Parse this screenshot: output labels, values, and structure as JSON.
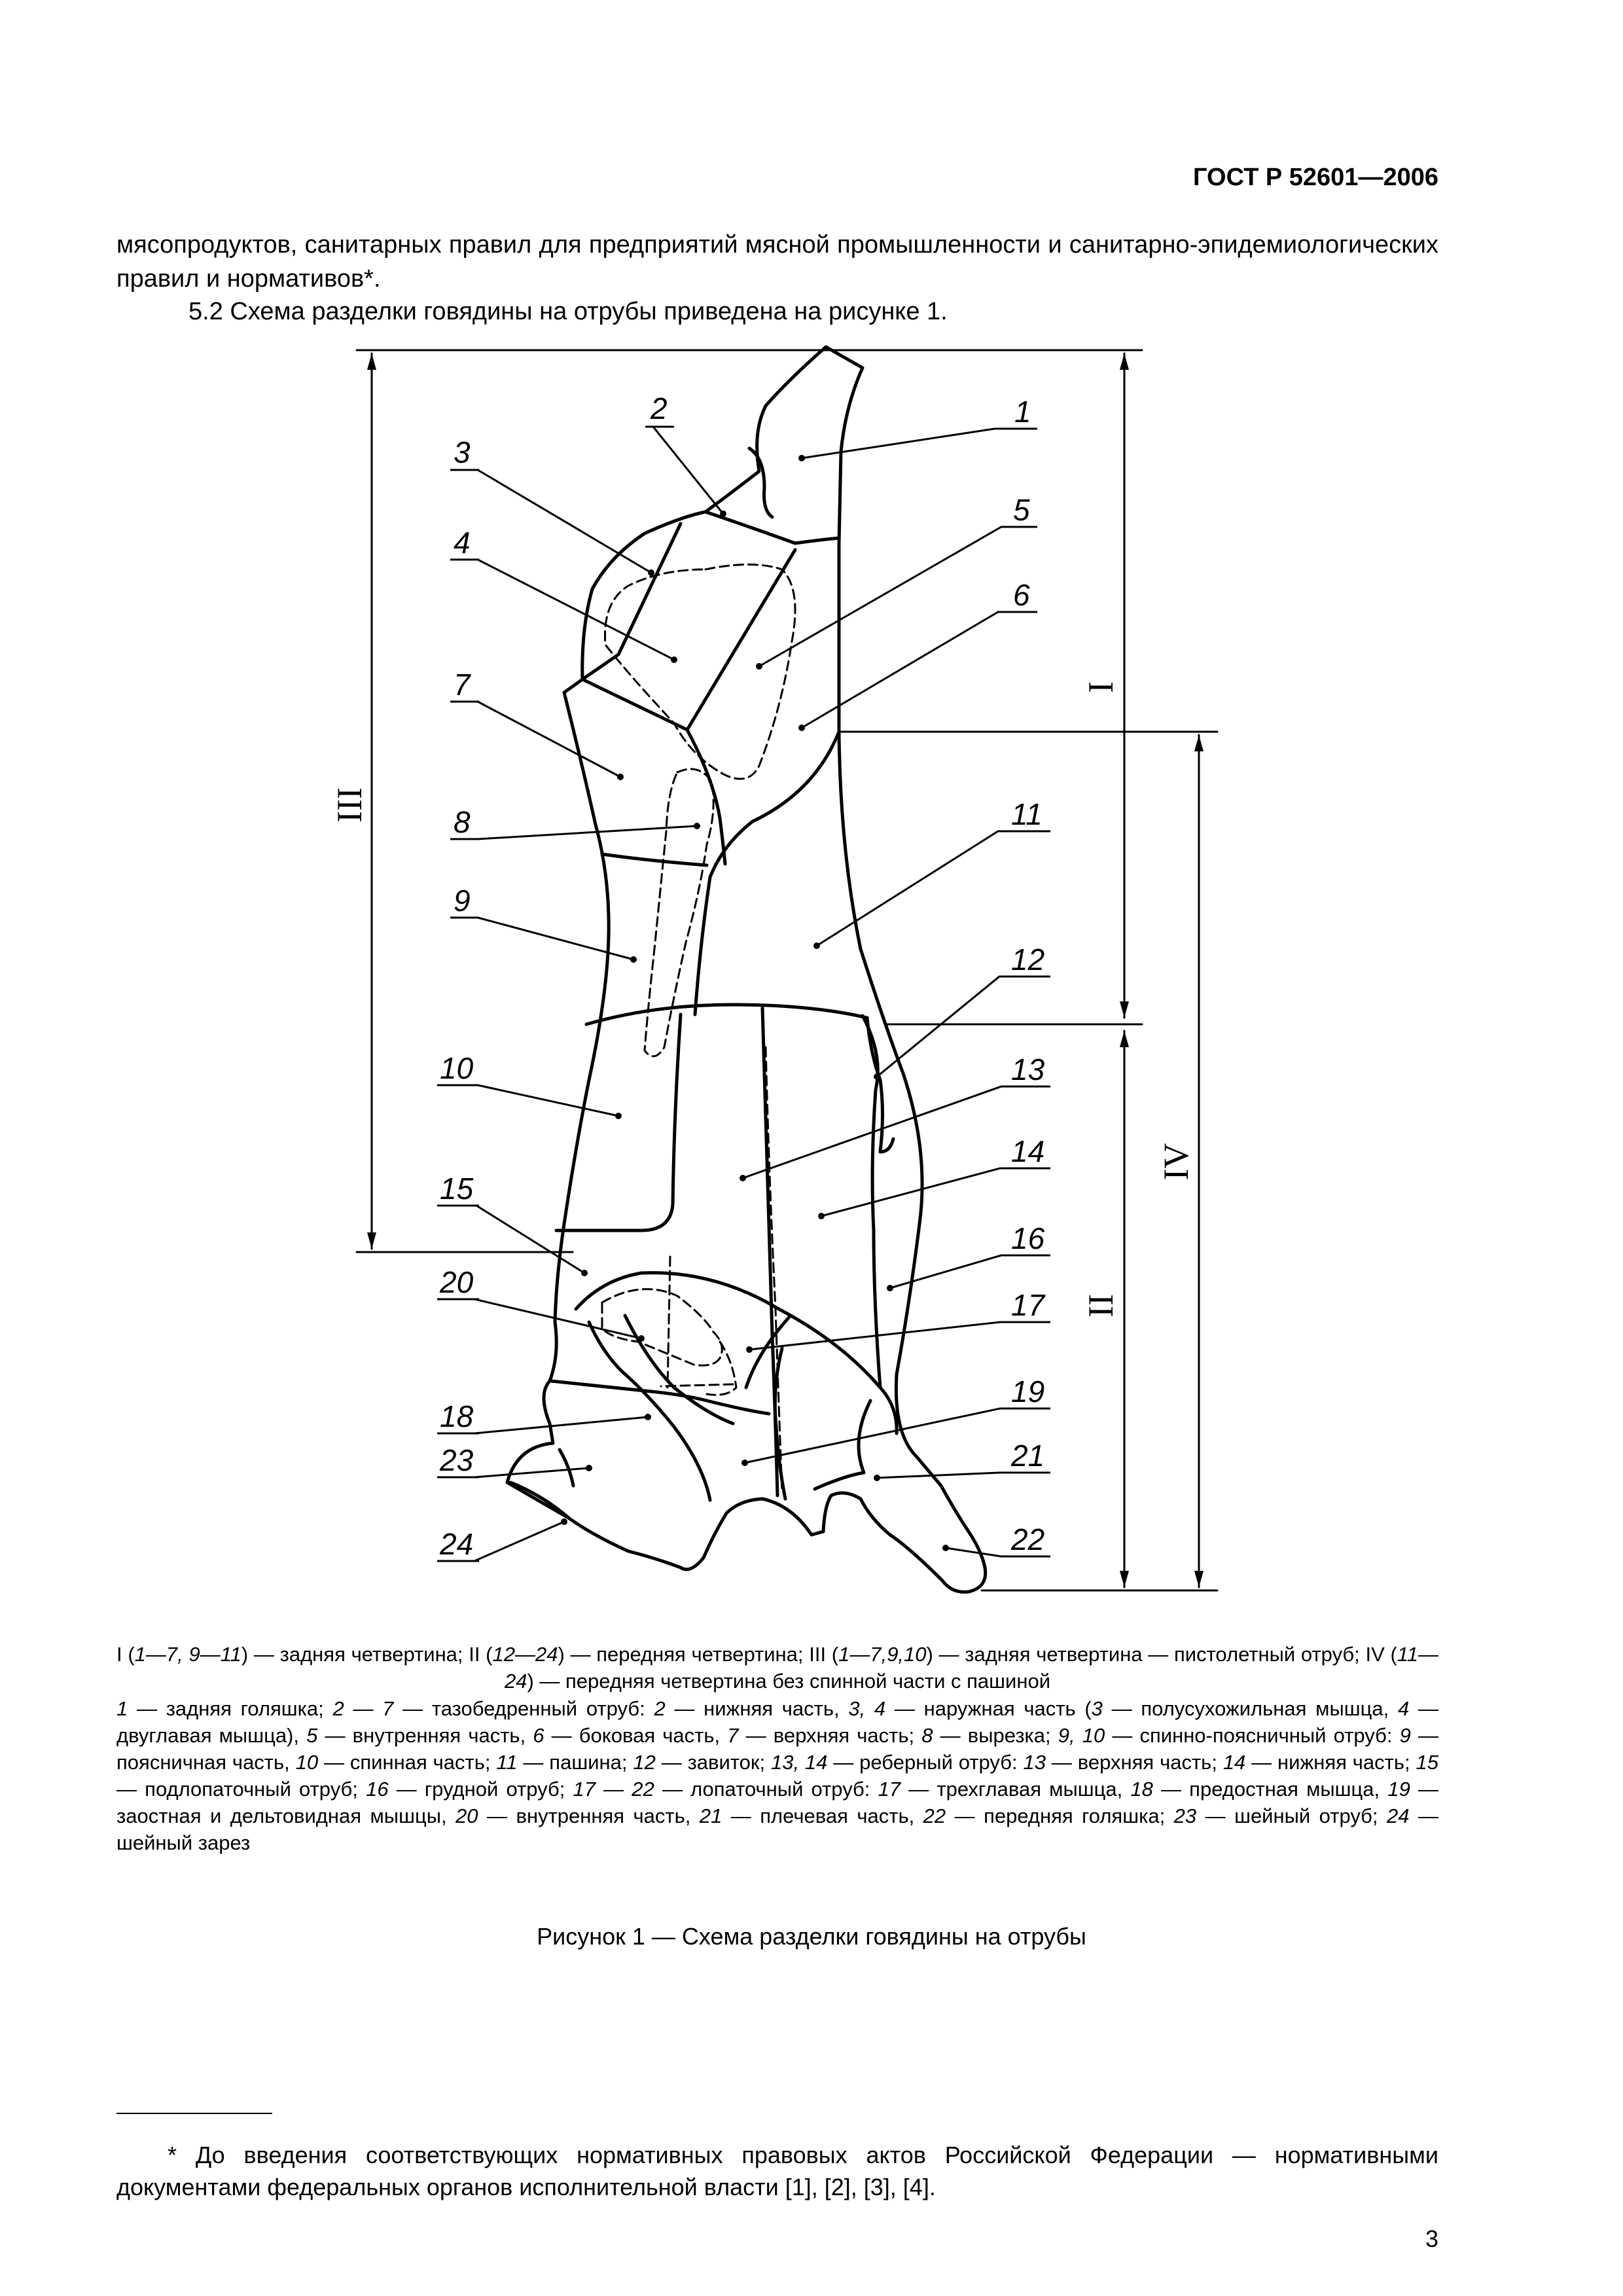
{
  "header": {
    "code": "ГОСТ Р 52601—2006"
  },
  "intro": {
    "continuation": "мясопродуктов, санитарных правил для предприятий мясной промышленности и санитарно-эпидемиологических правил и нормативов*.",
    "para_5_2": "5.2 Схема разделки говядины на отрубы приведена на рисунке 1."
  },
  "figure": {
    "numbers": [
      "1",
      "2",
      "3",
      "4",
      "5",
      "6",
      "7",
      "8",
      "9",
      "10",
      "11",
      "12",
      "13",
      "14",
      "15",
      "16",
      "17",
      "18",
      "19",
      "20",
      "21",
      "22",
      "23",
      "24"
    ],
    "roman": [
      "I",
      "II",
      "III",
      "IV"
    ]
  },
  "legend": {
    "line1": [
      {
        "t": "I (",
        "i": false
      },
      {
        "t": "1—7, 9—11",
        "i": true
      },
      {
        "t": ") — задняя четвертина; II (",
        "i": false
      },
      {
        "t": "12—24",
        "i": true
      },
      {
        "t": ") — передняя четвертина; III (",
        "i": false
      },
      {
        "t": "1—7,9,10",
        "i": true
      },
      {
        "t": ") — задняя четвертина — пистолетный отруб; IV (",
        "i": false
      },
      {
        "t": "11—24",
        "i": true
      },
      {
        "t": ") — передняя четвертина без спинной части с пашиной",
        "i": false
      }
    ],
    "line2": [
      {
        "t": "1",
        "i": true
      },
      {
        "t": " — задняя голяшка; ",
        "i": false
      },
      {
        "t": "2 — 7",
        "i": true
      },
      {
        "t": " — тазобедренный отруб: ",
        "i": false
      },
      {
        "t": "2",
        "i": true
      },
      {
        "t": " — нижняя часть, ",
        "i": false
      },
      {
        "t": "3, 4",
        "i": true
      },
      {
        "t": " — наружная часть (",
        "i": false
      },
      {
        "t": "3",
        "i": true
      },
      {
        "t": " — полусухожильная мышца, ",
        "i": false
      },
      {
        "t": "4",
        "i": true
      },
      {
        "t": " — двуглавая мышца), ",
        "i": false
      },
      {
        "t": "5",
        "i": true
      },
      {
        "t": " — внутренняя часть, ",
        "i": false
      },
      {
        "t": "6",
        "i": true
      },
      {
        "t": " — боковая часть, ",
        "i": false
      },
      {
        "t": "7",
        "i": true
      },
      {
        "t": " — верхняя часть; ",
        "i": false
      },
      {
        "t": "8",
        "i": true
      },
      {
        "t": " — вырезка; ",
        "i": false
      },
      {
        "t": "9, 10",
        "i": true
      },
      {
        "t": " — спинно-поясничный отруб: ",
        "i": false
      },
      {
        "t": "9",
        "i": true
      },
      {
        "t": " — поясничная часть, ",
        "i": false
      },
      {
        "t": "10",
        "i": true
      },
      {
        "t": " — спинная часть; ",
        "i": false
      },
      {
        "t": "11",
        "i": true
      },
      {
        "t": " — пашина; ",
        "i": false
      },
      {
        "t": "12",
        "i": true
      },
      {
        "t": " — завиток; ",
        "i": false
      },
      {
        "t": "13, 14",
        "i": true
      },
      {
        "t": " — реберный отруб: ",
        "i": false
      },
      {
        "t": "13",
        "i": true
      },
      {
        "t": " — верхняя часть; ",
        "i": false
      },
      {
        "t": "14",
        "i": true
      },
      {
        "t": " — нижняя часть; ",
        "i": false
      },
      {
        "t": "15",
        "i": true
      },
      {
        "t": " — подлопаточный отруб; ",
        "i": false
      },
      {
        "t": "16",
        "i": true
      },
      {
        "t": " — грудной отруб; ",
        "i": false
      },
      {
        "t": "17 — 22",
        "i": true
      },
      {
        "t": " — лопаточный отруб: ",
        "i": false
      },
      {
        "t": "17",
        "i": true
      },
      {
        "t": " — трехглавая мышца, ",
        "i": false
      },
      {
        "t": "18",
        "i": true
      },
      {
        "t": " — предостная мышца, ",
        "i": false
      },
      {
        "t": "19",
        "i": true
      },
      {
        "t": " — заостная и дельтовидная мышцы, ",
        "i": false
      },
      {
        "t": "20",
        "i": true
      },
      {
        "t": " — внутренняя часть, ",
        "i": false
      },
      {
        "t": "21",
        "i": true
      },
      {
        "t": " — плечевая часть, ",
        "i": false
      },
      {
        "t": "22",
        "i": true
      },
      {
        "t": " — передняя голяшка; ",
        "i": false
      },
      {
        "t": "23",
        "i": true
      },
      {
        "t": " — шейный отруб; ",
        "i": false
      },
      {
        "t": "24",
        "i": true
      },
      {
        "t": " — шейный зарез",
        "i": false
      }
    ]
  },
  "caption": "Рисунок 1 — Схема разделки говядины на отрубы",
  "footnote": "* До введения соответствующих нормативных правовых актов Российской Федерации — нормативными документами федеральных органов исполнительной власти [1], [2], [3], [4].",
  "page_number": "3"
}
